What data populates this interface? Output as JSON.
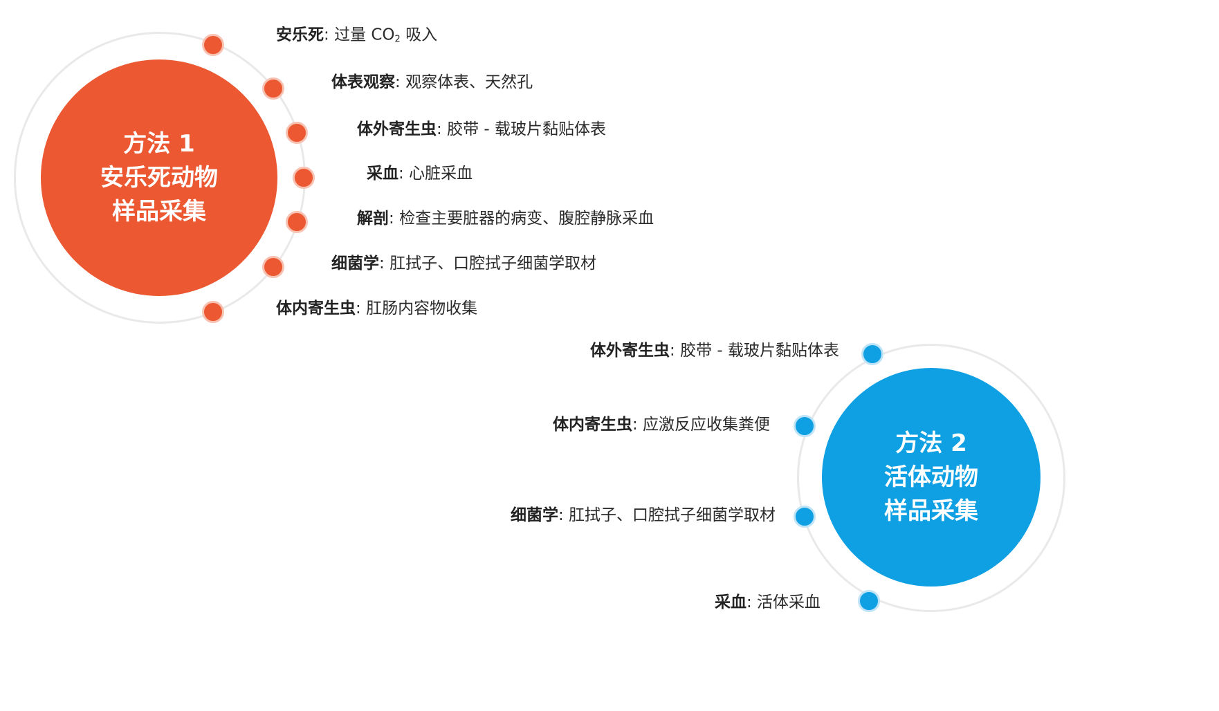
{
  "colors": {
    "method1": "#eb5832",
    "method2": "#0ea0e3",
    "ring": "#e9e9e9"
  },
  "method1": {
    "title": "方法 1",
    "line2": "安乐死动物",
    "line3": "样品采集",
    "items": [
      {
        "key": "安乐死",
        "sep": ": ",
        "text": "过量 CO",
        "sub": "2",
        "tail": " 吸入"
      },
      {
        "key": "体表观察",
        "sep": ": ",
        "text": "观察体表、天然孔"
      },
      {
        "key": "体外寄生虫",
        "sep": ": ",
        "text": "胶带 - 载玻片黏贴体表"
      },
      {
        "key": "采血",
        "sep": ": ",
        "text": "心脏采血"
      },
      {
        "key": "解剖",
        "sep": ": ",
        "text": "检查主要脏器的病变、腹腔静脉采血"
      },
      {
        "key": "细菌学",
        "sep": ": ",
        "text": "肛拭子、口腔拭子细菌学取材"
      },
      {
        "key": "体内寄生虫",
        "sep": ": ",
        "text": "肛肠内容物收集"
      }
    ]
  },
  "method2": {
    "title": "方法 2",
    "line2": "活体动物",
    "line3": "样品采集",
    "items": [
      {
        "key": "体外寄生虫",
        "sep": ": ",
        "text": "胶带 - 载玻片黏贴体表"
      },
      {
        "key": "体内寄生虫",
        "sep": ": ",
        "text": "应激反应收集粪便"
      },
      {
        "key": "细菌学",
        "sep": ": ",
        "text": "肛拭子、口腔拭子细菌学取材"
      },
      {
        "key": "采血",
        "sep": ": ",
        "text": "活体采血"
      }
    ]
  }
}
